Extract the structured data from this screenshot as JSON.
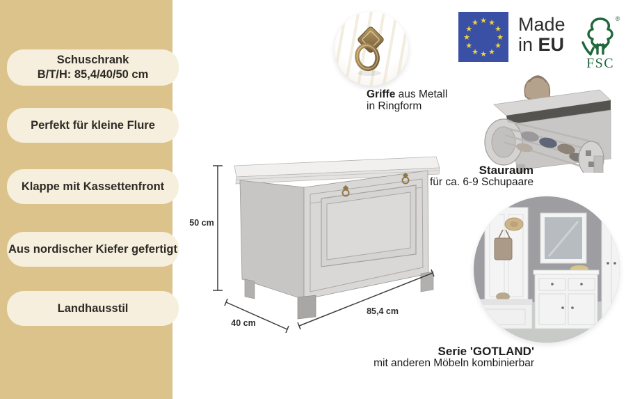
{
  "sidebar": {
    "items": [
      {
        "line1": "Schuschrank",
        "line2": "B/T/H: 85,4/40/50 cm"
      },
      {
        "label": "Perfekt für kleine Flure"
      },
      {
        "label": "Klappe mit Kassettenfront"
      },
      {
        "label": "Aus nordischer Kiefer gefertigt"
      },
      {
        "label": "Landhausstil"
      }
    ]
  },
  "diagram": {
    "height_label": "50 cm",
    "depth_label": "40 cm",
    "width_label": "85,4 cm"
  },
  "features": {
    "handle": {
      "title_bold": "Griffe",
      "title_rest": " aus Metall",
      "line2": "in Ringform"
    },
    "storage": {
      "title": "Stauraum",
      "subtitle": "für ca. 6-9 Schupaare"
    },
    "series": {
      "title": "Serie 'GOTLAND'",
      "subtitle": "mit anderen Möbeln kombinierbar"
    }
  },
  "badges": {
    "made_in": {
      "line1": "Made",
      "line2_prefix": "in ",
      "line2_bold": "EU"
    },
    "fsc": {
      "label": "FSC",
      "registered": "®"
    }
  },
  "colors": {
    "sidebar_band": "#dcc38c",
    "pill_bg": "#f6efdd",
    "eu_blue": "#3a50a5",
    "star_gold": "#f0d43e",
    "fsc_green": "#20683c",
    "cabinet_front": "#dad8d6",
    "cabinet_side": "#c8c6c4",
    "brass": "#8a734a"
  }
}
